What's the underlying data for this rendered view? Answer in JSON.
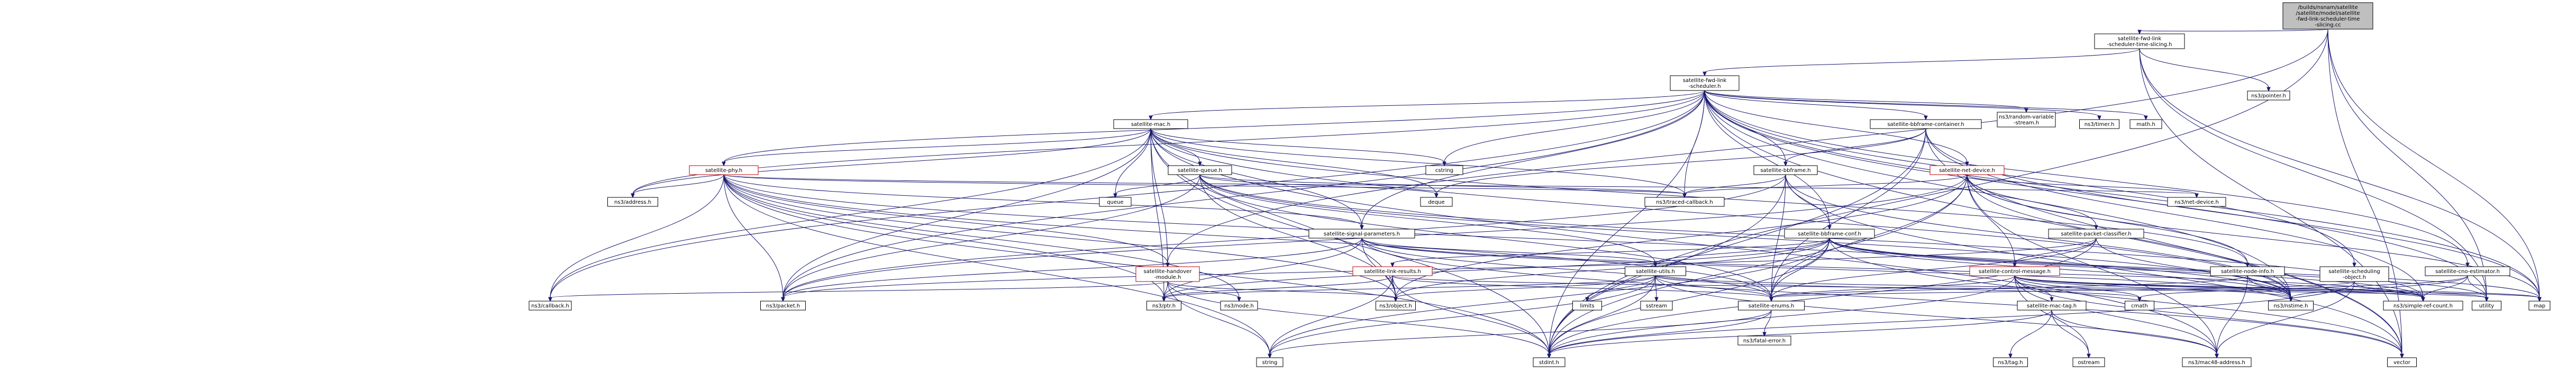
{
  "nodes": [
    {
      "id": "root",
      "lines": [
        "/builds/nsnam/satellite",
        "/satellite/model/satellite",
        "-fwd-link-scheduler-time",
        "-slicing.cc"
      ]
    },
    {
      "id": "tsh",
      "lines": [
        "satellite-fwd-link",
        "-scheduler-time-slicing.h"
      ]
    },
    {
      "id": "fls",
      "lines": [
        "satellite-fwd-link",
        "-scheduler.h"
      ]
    },
    {
      "id": "ptr",
      "lines": [
        "ns3/pointer.h"
      ]
    },
    {
      "id": "mac",
      "lines": [
        "satellite-mac.h"
      ]
    },
    {
      "id": "bbc",
      "lines": [
        "satellite-bbframe-container.h"
      ]
    },
    {
      "id": "rvs",
      "lines": [
        "ns3/random-variable",
        "-stream.h"
      ]
    },
    {
      "id": "tmr",
      "lines": [
        "ns3/timer.h"
      ]
    },
    {
      "id": "mth",
      "lines": [
        "math.h"
      ]
    },
    {
      "id": "phy",
      "lines": [
        "satellite-phy.h"
      ]
    },
    {
      "id": "que",
      "lines": [
        "satellite-queue.h"
      ]
    },
    {
      "id": "cstr",
      "lines": [
        "cstring"
      ]
    },
    {
      "id": "bbf",
      "lines": [
        "satellite-bbframe.h"
      ]
    },
    {
      "id": "snd",
      "lines": [
        "satellite-net-device.h"
      ]
    },
    {
      "id": "adr",
      "lines": [
        "ns3/address.h"
      ]
    },
    {
      "id": "qu",
      "lines": [
        "queue"
      ]
    },
    {
      "id": "dq",
      "lines": [
        "deque"
      ]
    },
    {
      "id": "tcb",
      "lines": [
        "ns3/traced-callback.h"
      ]
    },
    {
      "id": "nd",
      "lines": [
        "ns3/net-device.h"
      ]
    },
    {
      "id": "ssp",
      "lines": [
        "satellite-signal-parameters.h"
      ]
    },
    {
      "id": "bbfc",
      "lines": [
        "satellite-bbframe-conf.h"
      ]
    },
    {
      "id": "ppc",
      "lines": [
        "satellite-packet-classifier.h"
      ]
    },
    {
      "id": "hom",
      "lines": [
        "satellite-handover",
        "-module.h"
      ]
    },
    {
      "id": "lr",
      "lines": [
        "satellite-link-results.h"
      ]
    },
    {
      "id": "ut",
      "lines": [
        "satellite-utils.h"
      ]
    },
    {
      "id": "cm",
      "lines": [
        "satellite-control-message.h"
      ]
    },
    {
      "id": "ni",
      "lines": [
        "satellite-node-info.h"
      ]
    },
    {
      "id": "so",
      "lines": [
        "satellite-scheduling",
        "-object.h"
      ]
    },
    {
      "id": "cno",
      "lines": [
        "satellite-cno-estimator.h"
      ]
    },
    {
      "id": "cb",
      "lines": [
        "ns3/callback.h"
      ]
    },
    {
      "id": "pkt",
      "lines": [
        "ns3/packet.h"
      ]
    },
    {
      "id": "ptrh",
      "lines": [
        "ns3/ptr.h"
      ]
    },
    {
      "id": "nod",
      "lines": [
        "ns3/node.h"
      ]
    },
    {
      "id": "obj",
      "lines": [
        "ns3/object.h"
      ]
    },
    {
      "id": "lim",
      "lines": [
        "limits"
      ]
    },
    {
      "id": "sst",
      "lines": [
        "sstream"
      ]
    },
    {
      "id": "en",
      "lines": [
        "satellite-enums.h"
      ]
    },
    {
      "id": "mtag",
      "lines": [
        "satellite-mac-tag.h"
      ]
    },
    {
      "id": "cmath",
      "lines": [
        "cmath"
      ]
    },
    {
      "id": "nt",
      "lines": [
        "ns3/nstime.h"
      ]
    },
    {
      "id": "ut2",
      "lines": [
        "utility"
      ]
    },
    {
      "id": "src",
      "lines": [
        "ns3/simple-ref-count.h"
      ]
    },
    {
      "id": "map",
      "lines": [
        "map"
      ]
    },
    {
      "id": "fe",
      "lines": [
        "ns3/fatal-error.h"
      ]
    },
    {
      "id": "tag",
      "lines": [
        "ns3/tag.h"
      ]
    },
    {
      "id": "ost",
      "lines": [
        "ostream"
      ]
    },
    {
      "id": "str",
      "lines": [
        "string"
      ]
    },
    {
      "id": "sti",
      "lines": [
        "stdint.h"
      ]
    },
    {
      "id": "m48",
      "lines": [
        "ns3/mac48-address.h"
      ]
    },
    {
      "id": "vec",
      "lines": [
        "vector"
      ]
    }
  ],
  "edges": [
    [
      "root",
      "tsh"
    ],
    [
      "root",
      "ut2"
    ],
    [
      "root",
      "map"
    ],
    [
      "root",
      "vec"
    ],
    [
      "root",
      "sti"
    ],
    [
      "root",
      "hom"
    ],
    [
      "tsh",
      "fls"
    ],
    [
      "tsh",
      "ptr"
    ],
    [
      "tsh",
      "map"
    ],
    [
      "tsh",
      "vec"
    ],
    [
      "tsh",
      "ut2"
    ],
    [
      "fls",
      "mac"
    ],
    [
      "fls",
      "bbc"
    ],
    [
      "fls",
      "rvs"
    ],
    [
      "fls",
      "tmr"
    ],
    [
      "fls",
      "mth"
    ],
    [
      "fls",
      "phy"
    ],
    [
      "fls",
      "cstr"
    ],
    [
      "fls",
      "bbf"
    ],
    [
      "fls",
      "snd"
    ],
    [
      "fls",
      "adr"
    ],
    [
      "fls",
      "tcb"
    ],
    [
      "fls",
      "ssp"
    ],
    [
      "fls",
      "bbfc"
    ],
    [
      "fls",
      "cno"
    ],
    [
      "fls",
      "so"
    ],
    [
      "fls",
      "cb"
    ],
    [
      "fls",
      "pkt"
    ],
    [
      "fls",
      "sti"
    ],
    [
      "fls",
      "vec"
    ],
    [
      "fls",
      "map"
    ],
    [
      "fls",
      "nt"
    ],
    [
      "fls",
      "ut2"
    ],
    [
      "mac",
      "phy"
    ],
    [
      "mac",
      "que"
    ],
    [
      "mac",
      "cstr"
    ],
    [
      "mac",
      "adr"
    ],
    [
      "mac",
      "dq"
    ],
    [
      "mac",
      "tcb"
    ],
    [
      "mac",
      "qu"
    ],
    [
      "mac",
      "ssp"
    ],
    [
      "mac",
      "hom"
    ],
    [
      "mac",
      "ni"
    ],
    [
      "mac",
      "pkt"
    ],
    [
      "mac",
      "ptrh"
    ],
    [
      "mac",
      "obj"
    ],
    [
      "mac",
      "nt"
    ],
    [
      "mac",
      "cb"
    ],
    [
      "mac",
      "sti"
    ],
    [
      "mac",
      "m48"
    ],
    [
      "bbc",
      "bbf"
    ],
    [
      "bbc",
      "dq"
    ],
    [
      "bbc",
      "map"
    ],
    [
      "bbc",
      "vec"
    ],
    [
      "bbc",
      "sti"
    ],
    [
      "bbc",
      "src"
    ],
    [
      "bbc",
      "en"
    ],
    [
      "phy",
      "adr"
    ],
    [
      "phy",
      "tcb"
    ],
    [
      "phy",
      "ssp"
    ],
    [
      "phy",
      "nd"
    ],
    [
      "phy",
      "hom"
    ],
    [
      "phy",
      "pkt"
    ],
    [
      "phy",
      "ptrh"
    ],
    [
      "phy",
      "nod"
    ],
    [
      "phy",
      "obj"
    ],
    [
      "phy",
      "str"
    ],
    [
      "phy",
      "nt"
    ],
    [
      "phy",
      "sti"
    ],
    [
      "phy",
      "cb"
    ],
    [
      "phy",
      "en"
    ],
    [
      "que",
      "dq"
    ],
    [
      "que",
      "qu"
    ],
    [
      "que",
      "tcb"
    ],
    [
      "que",
      "ut"
    ],
    [
      "que",
      "en"
    ],
    [
      "que",
      "obj"
    ],
    [
      "que",
      "pkt"
    ],
    [
      "que",
      "nt"
    ],
    [
      "que",
      "src"
    ],
    [
      "bbf",
      "bbfc"
    ],
    [
      "bbf",
      "tcb"
    ],
    [
      "bbf",
      "en"
    ],
    [
      "bbf",
      "pkt"
    ],
    [
      "bbf",
      "sti"
    ],
    [
      "bbf",
      "vec"
    ],
    [
      "bbf",
      "nt"
    ],
    [
      "snd",
      "nd"
    ],
    [
      "snd",
      "ppc"
    ],
    [
      "snd",
      "tcb"
    ],
    [
      "snd",
      "ni"
    ],
    [
      "snd",
      "en"
    ],
    [
      "snd",
      "m48"
    ],
    [
      "snd",
      "pkt"
    ],
    [
      "snd",
      "obj"
    ],
    [
      "snd",
      "sti"
    ],
    [
      "snd",
      "map"
    ],
    [
      "snd",
      "cm"
    ],
    [
      "snd",
      "nt"
    ],
    [
      "ssp",
      "ut"
    ],
    [
      "ssp",
      "ptrh"
    ],
    [
      "ssp",
      "obj"
    ],
    [
      "ssp",
      "pkt"
    ],
    [
      "ssp",
      "nt"
    ],
    [
      "ssp",
      "src"
    ],
    [
      "ssp",
      "vec"
    ],
    [
      "ssp",
      "en"
    ],
    [
      "bbfc",
      "lr"
    ],
    [
      "bbfc",
      "ut"
    ],
    [
      "bbfc",
      "en"
    ],
    [
      "bbfc",
      "ptrh"
    ],
    [
      "bbfc",
      "obj"
    ],
    [
      "bbfc",
      "sti"
    ],
    [
      "bbfc",
      "nt"
    ],
    [
      "bbfc",
      "map"
    ],
    [
      "bbfc",
      "vec"
    ],
    [
      "bbfc",
      "str"
    ],
    [
      "bbfc",
      "src"
    ],
    [
      "bbfc",
      "ut2"
    ],
    [
      "ppc",
      "cm"
    ],
    [
      "ppc",
      "en"
    ],
    [
      "ppc",
      "pkt"
    ],
    [
      "ppc",
      "sti"
    ],
    [
      "ppc",
      "nt"
    ],
    [
      "hom",
      "ptrh"
    ],
    [
      "hom",
      "nod"
    ],
    [
      "hom",
      "obj"
    ],
    [
      "hom",
      "sti"
    ],
    [
      "hom",
      "str"
    ],
    [
      "hom",
      "cb"
    ],
    [
      "lr",
      "ptrh"
    ],
    [
      "lr",
      "obj"
    ],
    [
      "lr",
      "str"
    ],
    [
      "lr",
      "sti"
    ],
    [
      "lr",
      "en"
    ],
    [
      "lr",
      "ut2"
    ],
    [
      "ut",
      "lim"
    ],
    [
      "ut",
      "sst"
    ],
    [
      "ut",
      "en"
    ],
    [
      "ut",
      "cmath"
    ],
    [
      "ut",
      "obj"
    ],
    [
      "ut",
      "ptrh"
    ],
    [
      "ut",
      "sti"
    ],
    [
      "ut",
      "str"
    ],
    [
      "ut",
      "map"
    ],
    [
      "ut",
      "m48"
    ],
    [
      "cm",
      "en"
    ],
    [
      "cm",
      "mtag"
    ],
    [
      "cm",
      "cmath"
    ],
    [
      "cm",
      "nt"
    ],
    [
      "cm",
      "ut2"
    ],
    [
      "cm",
      "src"
    ],
    [
      "cm",
      "map"
    ],
    [
      "cm",
      "vec"
    ],
    [
      "cm",
      "sti"
    ],
    [
      "cm",
      "ost"
    ],
    [
      "cm",
      "m48"
    ],
    [
      "ni",
      "en"
    ],
    [
      "ni",
      "m48"
    ],
    [
      "ni",
      "src"
    ],
    [
      "ni",
      "nt"
    ],
    [
      "so",
      "en"
    ],
    [
      "so",
      "src"
    ],
    [
      "so",
      "sti"
    ],
    [
      "so",
      "m48"
    ],
    [
      "cno",
      "src"
    ],
    [
      "cno",
      "nt"
    ],
    [
      "cno",
      "ut2"
    ],
    [
      "cno",
      "cmath"
    ],
    [
      "en",
      "fe"
    ],
    [
      "en",
      "sti"
    ],
    [
      "en",
      "str"
    ],
    [
      "mtag",
      "tag"
    ],
    [
      "mtag",
      "ost"
    ],
    [
      "mtag",
      "m48"
    ],
    [
      "mtag",
      "sti"
    ]
  ]
}
